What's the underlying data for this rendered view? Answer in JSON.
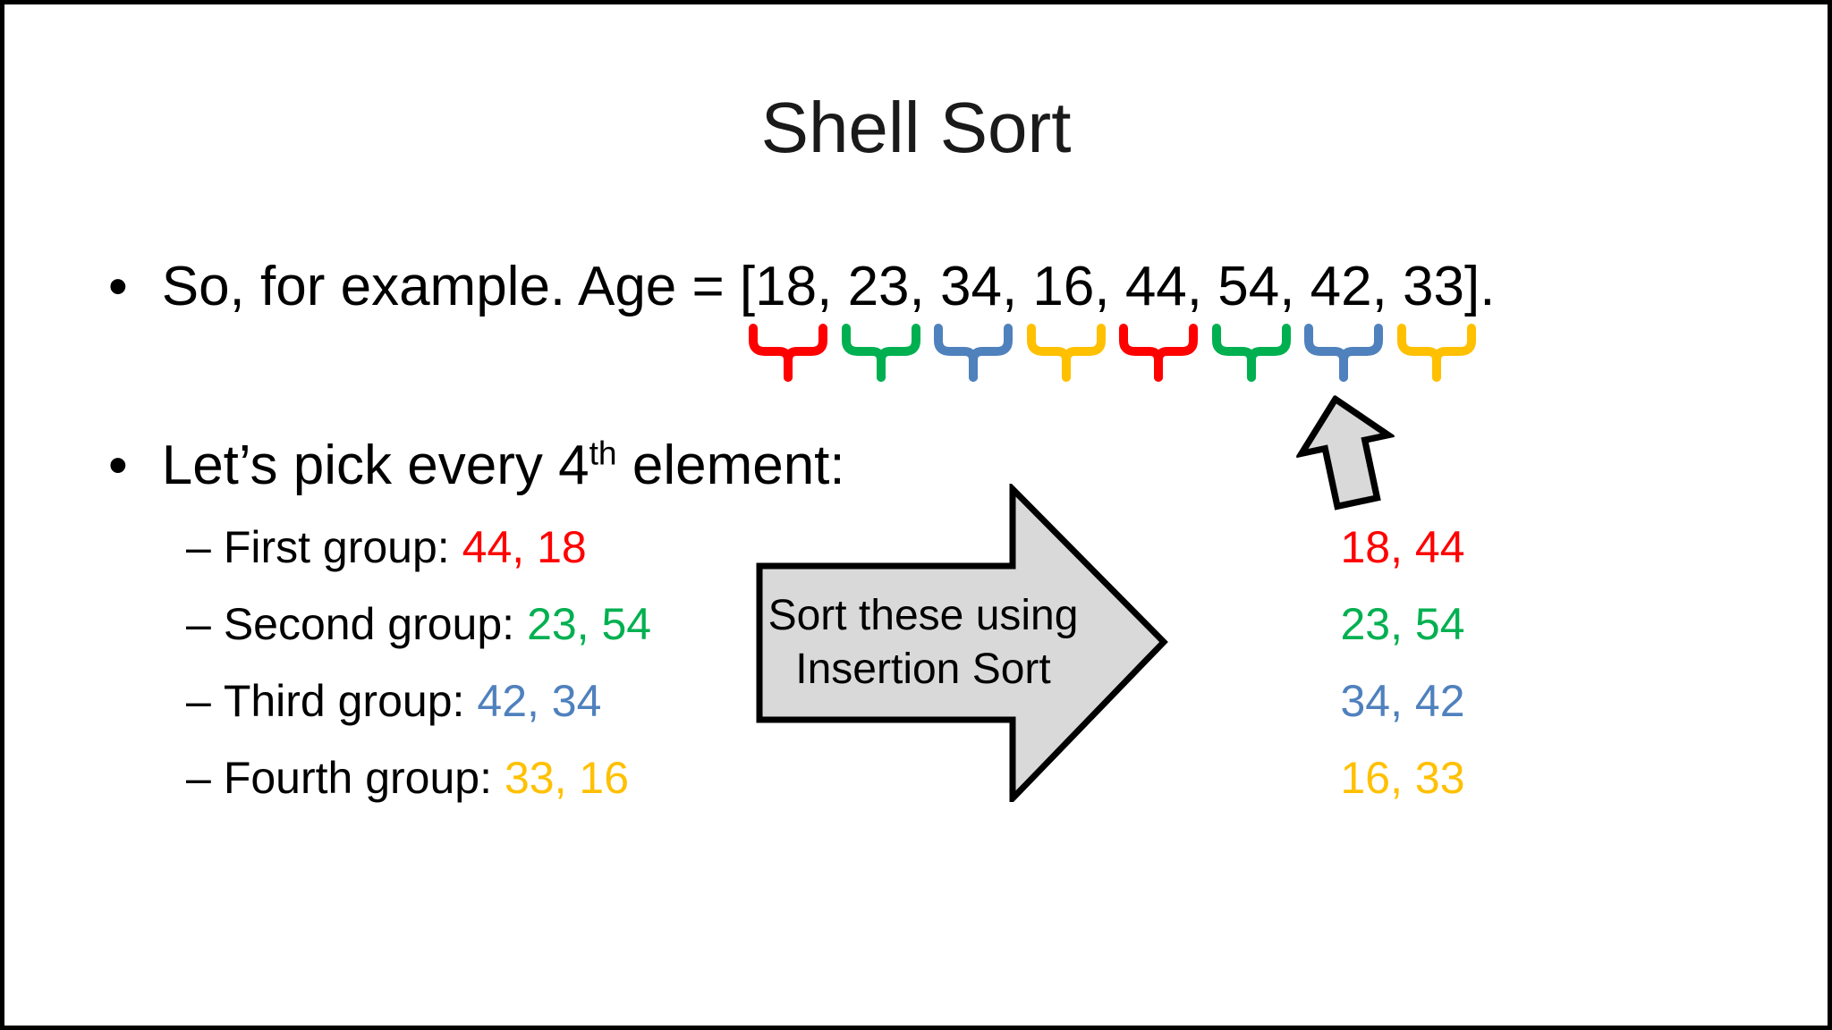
{
  "slide": {
    "title": "Shell Sort",
    "bullet_char": "•",
    "dash_char": "–",
    "bullet1": "So, for example. Age = [18, 23, 34, 16, 44, 54, 42, 33].",
    "bullet2": {
      "before": "Let’s pick every 4",
      "sup": "th",
      "after": " element:"
    },
    "groups": [
      {
        "label": "First group:",
        "values": "44, 18",
        "sorted": "18, 44",
        "color": "#FF0000"
      },
      {
        "label": "Second group:",
        "values": "23, 54",
        "sorted": "23, 54",
        "color": "#00B050"
      },
      {
        "label": "Third group:",
        "values": "42, 34",
        "sorted": "34, 42",
        "color": "#4F81BD"
      },
      {
        "label": "Fourth group:",
        "values": "33, 16",
        "sorted": "16, 33",
        "color": "#FFC000"
      }
    ],
    "arrow": {
      "line1": "Sort these using",
      "line2": "Insertion Sort",
      "fill": "#D9D9D9",
      "stroke": "#000000"
    },
    "brackets": {
      "colors": [
        "#FF0000",
        "#00B050",
        "#4F81BD",
        "#FFC000",
        "#FF0000",
        "#00B050",
        "#4F81BD",
        "#FFC000"
      ]
    }
  }
}
